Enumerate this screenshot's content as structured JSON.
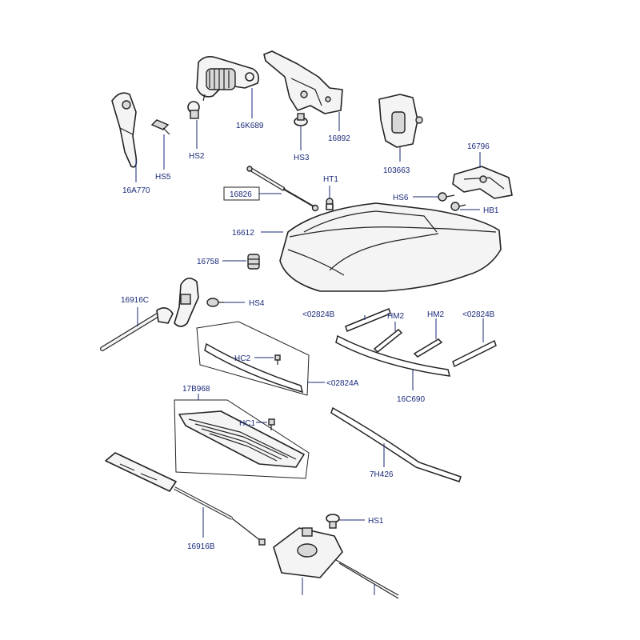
{
  "labels": {
    "p16A770": "16A770",
    "hs5": "HS5",
    "hs2": "HS2",
    "p16K689": "16K689",
    "hs3": "HS3",
    "p16892": "16892",
    "p103663": "103663",
    "p16796": "16796",
    "hs6": "HS6",
    "hb1": "HB1",
    "ht1": "HT1",
    "p16826": "16826",
    "p16612": "16612",
    "p16758": "16758",
    "p16916C": "16916C",
    "hs4": "HS4",
    "p02824B_left": "<02824B",
    "hm2_left": "HM2",
    "hm2_right": "HM2",
    "p02824B_right": "<02824B",
    "hc2": "HC2",
    "p02824A": "<02824A",
    "p16C690": "16C690",
    "p17B968": "17B968",
    "hc1": "HC1",
    "p7H426": "7H426",
    "hs1": "HS1",
    "p16916B": "16916B"
  }
}
